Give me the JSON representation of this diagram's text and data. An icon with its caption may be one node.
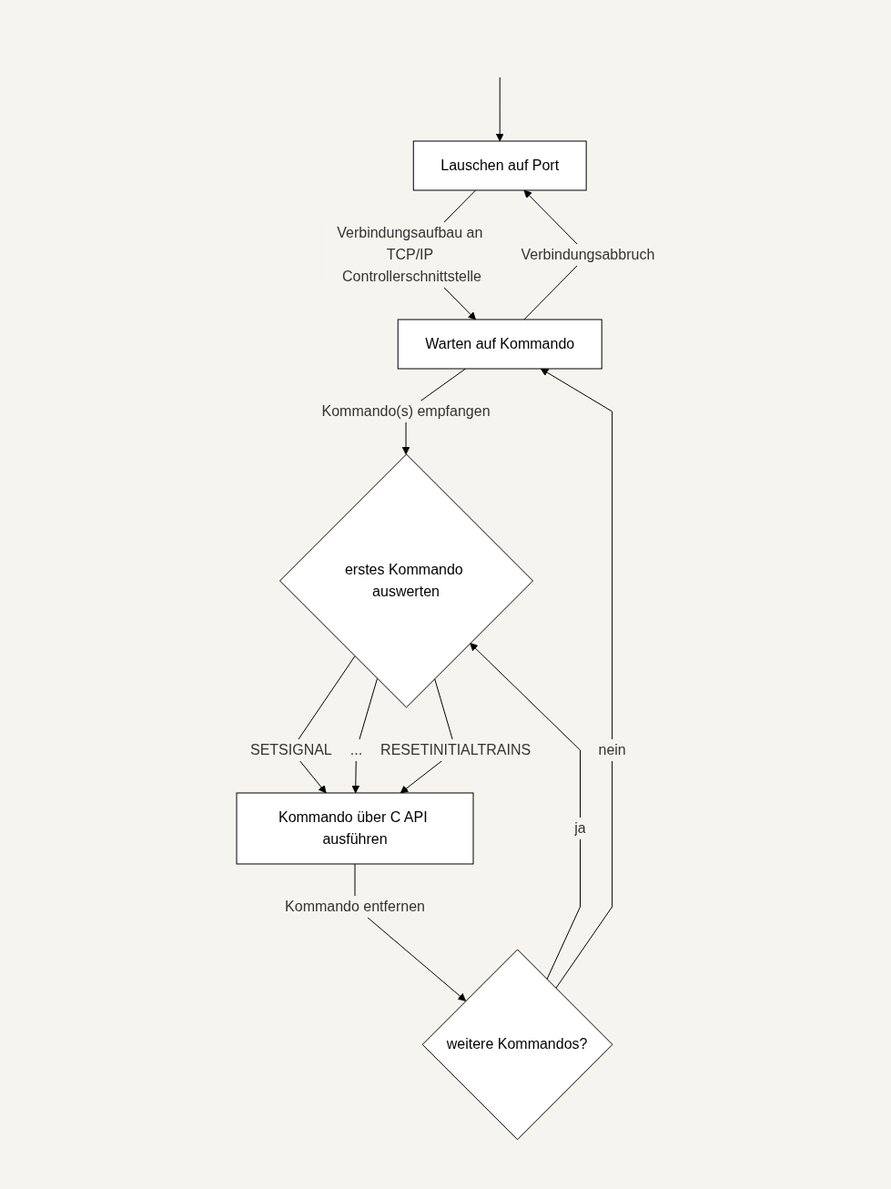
{
  "diagram": {
    "nodes": [
      {
        "text": [
          "Lauschen auf Port"
        ]
      },
      {
        "text": [
          "Warten auf Kommando"
        ]
      },
      {
        "text": [
          "erstes Kommando auswerten"
        ]
      },
      {
        "text": [
          "Kommando über C API ausführen"
        ]
      },
      {
        "text": [
          "weitere Kommandos?"
        ]
      }
    ],
    "edges": [
      {
        "from": null,
        "to": 0,
        "arrow": "to"
      },
      {
        "from": 0,
        "to": 1,
        "arrow": "to",
        "label": "Verbindungsaufbau an TCP/IP Controllerschnittstelle"
      },
      {
        "from": 1,
        "to": 0,
        "arrow": "to",
        "label": "Verbindungsabbruch"
      },
      {
        "from": 1,
        "to": 2,
        "arrow": "to",
        "label": "Kommando(s) empfangen"
      },
      {
        "from": 2,
        "to": 3,
        "arrow": "to",
        "label": "SETSIGNAL"
      },
      {
        "from": 2,
        "to": 3,
        "arrow": "to",
        "label": "..."
      },
      {
        "from": 2,
        "to": 3,
        "arrow": "to",
        "label": "RESETINITIALTRAINS"
      },
      {
        "from": 3,
        "to": 4,
        "arrow": "to",
        "label": "Kommando entfernen"
      },
      {
        "from": 4,
        "to": 2,
        "arrow": "to",
        "label": "ja"
      },
      {
        "from": 4,
        "to": 1,
        "arrow": "to",
        "label": "nein"
      }
    ]
  }
}
